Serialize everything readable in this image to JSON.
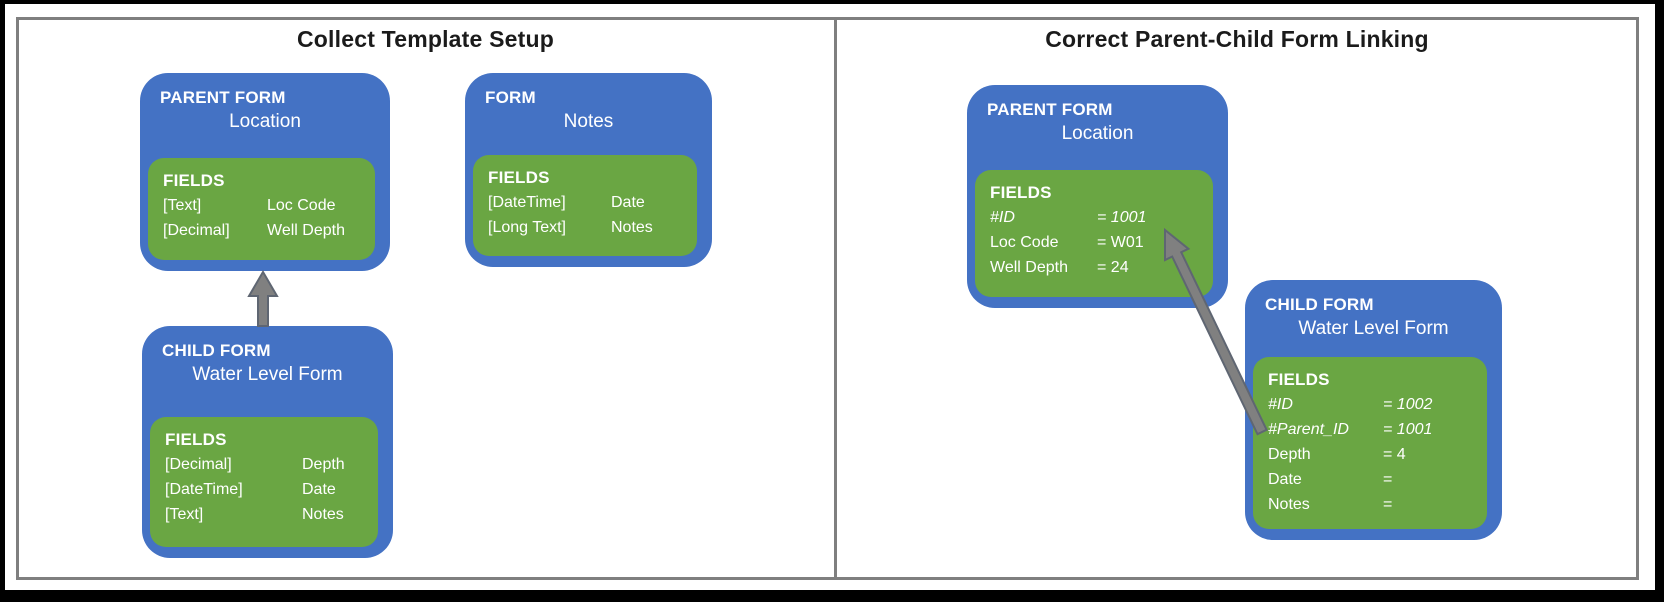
{
  "colors": {
    "card_blue": "#4472C4",
    "fields_green": "#6AA643",
    "arrow_gray": "#808080",
    "arrow_outline": "#5F6672",
    "panel_border_gray": "#7F7F7F",
    "title_text": "#1B1B1B",
    "card_text": "#FFFFFF"
  },
  "panels": [
    {
      "title": "Collect Template Setup",
      "cards": [
        {
          "type_label": "PARENT FORM",
          "name": "Location",
          "fields_label": "FIELDS",
          "fields": [
            {
              "col1": "[Text]",
              "col2": "Loc Code"
            },
            {
              "col1": "[Decimal]",
              "col2": "Well Depth"
            }
          ]
        },
        {
          "type_label": "FORM",
          "name": "Notes",
          "fields_label": "FIELDS",
          "fields": [
            {
              "col1": "[DateTime]",
              "col2": "Date"
            },
            {
              "col1": "[Long Text]",
              "col2": "Notes"
            }
          ]
        },
        {
          "type_label": "CHILD FORM",
          "name": "Water Level Form",
          "fields_label": "FIELDS",
          "fields": [
            {
              "col1": "[Decimal]",
              "col2": "Depth"
            },
            {
              "col1": "[DateTime]",
              "col2": "Date"
            },
            {
              "col1": "[Text]",
              "col2": "Notes"
            }
          ]
        }
      ]
    },
    {
      "title": "Correct Parent-Child Form Linking",
      "cards": [
        {
          "type_label": "PARENT FORM",
          "name": "Location",
          "fields_label": "FIELDS",
          "fields": [
            {
              "col1": "#ID",
              "col2": "= 1001"
            },
            {
              "col1": "Loc Code",
              "col2": "= W01"
            },
            {
              "col1": "Well Depth",
              "col2": "= 24"
            }
          ]
        },
        {
          "type_label": "CHILD FORM",
          "name": "Water Level Form",
          "fields_label": "FIELDS",
          "fields": [
            {
              "col1": "#ID",
              "col2": "= 1002"
            },
            {
              "col1": "#Parent_ID",
              "col2": "= 1001"
            },
            {
              "col1": "Depth",
              "col2": "= 4"
            },
            {
              "col1": "Date",
              "col2": "="
            },
            {
              "col1": "Notes",
              "col2": "="
            }
          ]
        }
      ]
    }
  ]
}
